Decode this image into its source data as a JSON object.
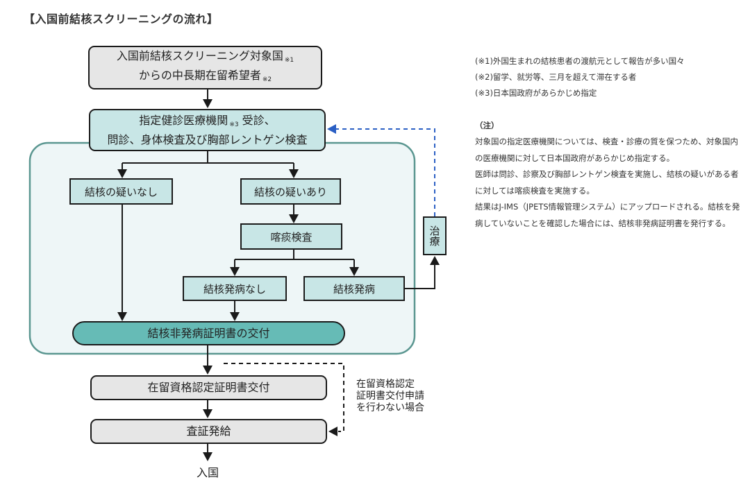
{
  "title": "【入国前結核スクリーニングの流れ】",
  "colors": {
    "gray_box": "#e6e6e6",
    "teal_box": "#c8e6e6",
    "pill": "#66bbb6",
    "container_fill": "#eef6f7",
    "container_border": "#5a9690",
    "feedback_dashed": "#2a5fc4",
    "line": "#1a1a1a"
  },
  "flow": {
    "start": {
      "line1": "入国前結核スクリーニング対象国",
      "note1": "※1",
      "line2": "からの中長期在留希望者",
      "note2": "※2"
    },
    "exam": {
      "line1a": "指定健診医療機関",
      "note3": "※3",
      "line1b": " 受診、",
      "line2": "問診、身体検査及び胸部レントゲン検査"
    },
    "no_suspicion": "結核の疑いなし",
    "suspicion": "結核の疑いあり",
    "sputum": "喀痰検査",
    "not_onset": "結核発病なし",
    "onset": "結核発病",
    "treatment": "治療",
    "certificate": "結核非発病証明書の交付",
    "coe": "在留資格認定証明書交付",
    "visa": "査証発給",
    "entry": "入国",
    "bypass_label": [
      "在留資格認定",
      "証明書交付申請",
      "を行わない場合"
    ]
  },
  "notes": {
    "footnotes": [
      "(※1)外国生まれの結核患者の渡航元として報告が多い国々",
      "(※2)留学、就労等、三月を超えて滞在する者",
      "(※3)日本国政府があらかじめ指定"
    ],
    "heading": "（注）",
    "paragraphs": [
      "対象国の指定医療機関については、検査・診療の質を保つため、対象国内の医療機関に対して日本国政府があらかじめ指定する。",
      "医師は問診、診察及び胸部レントゲン検査を実施し、結核の疑いがある者に対しては喀痰検査を実施する。",
      "結果はJ-IMS（JPETS情報管理システム）にアップロードされる。結核を発病していないことを確認した場合には、結核非発病証明書を発行する。"
    ]
  }
}
